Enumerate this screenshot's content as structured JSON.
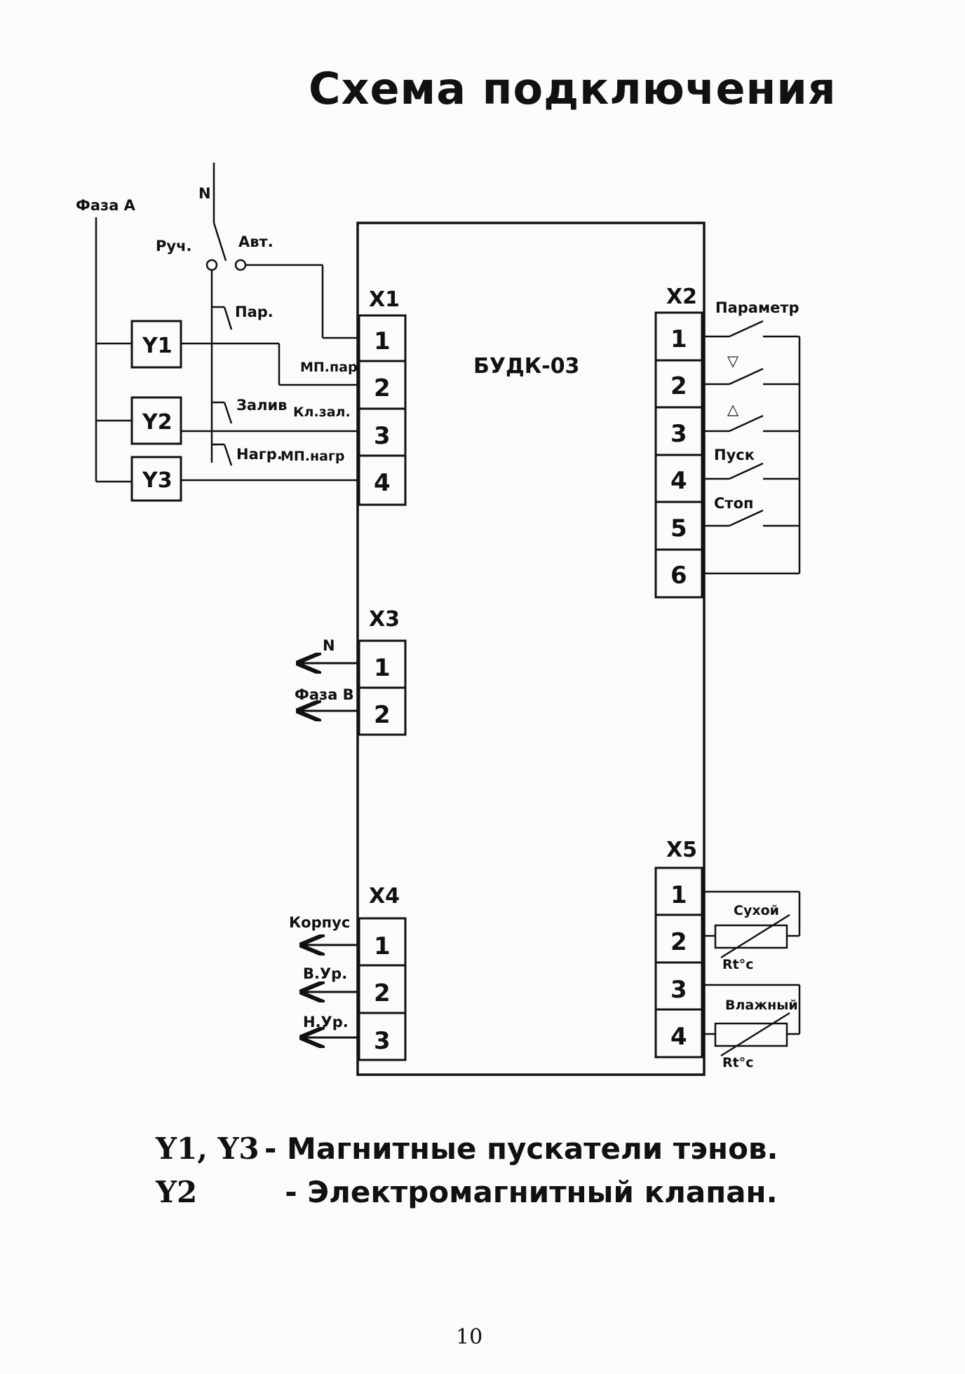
{
  "title": "Схема подключения",
  "device_name": "БУДК-03",
  "inputs_left": {
    "phase_a": "Фаза А",
    "neutral_n": "N",
    "manual": "Руч.",
    "auto": "Авт.",
    "steam": "Пар.",
    "fill": "Залив",
    "heat": "Нагр."
  },
  "loads": [
    "Y1",
    "Y2",
    "Y3"
  ],
  "connectors": {
    "x1": {
      "label": "X1",
      "pins": [
        "1",
        "2",
        "3",
        "4"
      ],
      "wire_labels": [
        "МП.пар",
        "Кл.зал.",
        "МП.нагр"
      ]
    },
    "x2": {
      "label": "X2",
      "pins": [
        "1",
        "2",
        "3",
        "4",
        "5",
        "6"
      ],
      "buttons": [
        "Параметр",
        "▽",
        "△",
        "Пуск",
        "Стоп"
      ]
    },
    "x3": {
      "label": "X3",
      "pins": [
        "1",
        "2"
      ],
      "wire_labels": [
        "N",
        "Фаза В"
      ]
    },
    "x4": {
      "label": "X4",
      "pins": [
        "1",
        "2",
        "3"
      ],
      "wire_labels": [
        "Корпус",
        "В.Ур.",
        "Н.Ур."
      ]
    },
    "x5": {
      "label": "X5",
      "pins": [
        "1",
        "2",
        "3",
        "4"
      ],
      "sensors": [
        "Сухой",
        "Влажный"
      ],
      "sensor_symbol": "Rt°c"
    }
  },
  "legend": [
    {
      "key": "Y1, Y3",
      "desc": "- Магнитные пускатели тэнов."
    },
    {
      "key": "Y2",
      "desc": "  - Электромагнитный клапан."
    }
  ],
  "page_number": "10"
}
